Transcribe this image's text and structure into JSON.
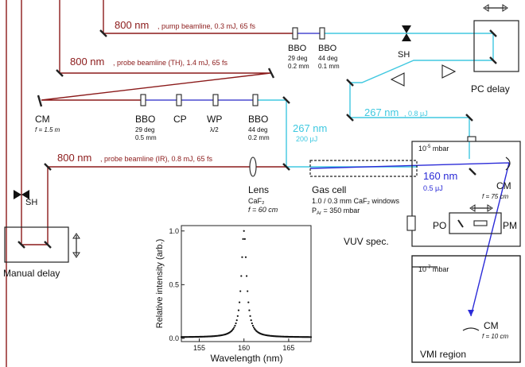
{
  "colors": {
    "ir": "#8b1a1a",
    "uv267": "#40c8e0",
    "vuv160": "#2b2bd8",
    "blue400": "#4a4ad0",
    "ink": "#222222"
  },
  "beams": {
    "pump_nm": "800 nm",
    "pump_desc": ", pump beamline, 0.3 mJ, 65 fs",
    "th_nm": "800 nm",
    "th_desc": ", probe beamline (TH), 1.4 mJ, 65 fs",
    "ir_nm": "800 nm",
    "ir_desc": ", probe beamline (IR), 0.8 mJ, 65 fs",
    "uv_a_nm": "267 nm",
    "uv_a_energy": "200 μJ",
    "uv_b_nm": "267 nm",
    "uv_b_energy": ", 0.8 μJ",
    "vuv_nm": "160 nm",
    "vuv_energy": "0.5 μJ"
  },
  "pump_crystals": {
    "bbo1": {
      "name": "BBO",
      "angle": "29 deg",
      "thick": "0.2 mm"
    },
    "bbo2": {
      "name": "BBO",
      "angle": "44 deg",
      "thick": "0.1 mm"
    }
  },
  "th_chain": {
    "cm": "CM",
    "cm_f": "f = 1.5 m",
    "bbo1": {
      "name": "BBO",
      "angle": "29 deg",
      "thick": "0.5 mm"
    },
    "cp": "CP",
    "wp": "WP",
    "wp_sub": "λ/2",
    "bbo2": {
      "name": "BBO",
      "angle": "44 deg",
      "thick": "0.2 mm"
    }
  },
  "labels": {
    "sh_top": "SH",
    "sh_left": "SH",
    "pc_delay": "PC delay",
    "manual_delay": "Manual delay",
    "lens": "Lens",
    "lens_mat": "CaF₂",
    "lens_f": "f = 60 cm",
    "gas_cell": "Gas cell",
    "gas_windows": "1.0 / 0.3 mm CaF₂ windows",
    "gas_pressure": "P",
    "gas_pressure_sub": "Ar",
    "gas_pressure_val": " = 350 mbar",
    "chamber_pressure": "10",
    "chamber_pressure_exp": "-5",
    "chamber_pressure_unit": " mbar",
    "cm_right": "CM",
    "cm_right_f": "f = 75 cm",
    "po": "PO",
    "pm": "PM",
    "vuv_spec": "VUV spec.",
    "vmi_pressure": "10",
    "vmi_pressure_exp": "-7",
    "vmi_pressure_unit": " mbar",
    "cm_bottom": "CM",
    "cm_bottom_f": "f = 10 cm",
    "vmi_region": "VMI region"
  },
  "chart_data": {
    "type": "scatter",
    "xlabel": "Wavelength (nm)",
    "ylabel": "Relative intensity (arb.)",
    "xlim": [
      153,
      167.5
    ],
    "ylim": [
      -0.03,
      1.05
    ],
    "xticks": [
      155,
      160,
      165
    ],
    "yticks": [
      0.0,
      0.5,
      1.0
    ],
    "xtick_labels": [
      "155",
      "160",
      "165"
    ],
    "ytick_labels": [
      "0.0",
      "0.5",
      "1.0"
    ],
    "peak": 160.0,
    "fwhm": 0.7,
    "baseline": 0.01,
    "step": 0.1
  }
}
